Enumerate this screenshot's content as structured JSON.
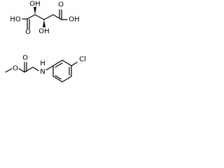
{
  "molecules": {
    "tartaric_acid": {
      "labels": {
        "oh_left_acid": "HO",
        "oh_top_left": "OH",
        "o_top_right": "O",
        "o_left_carbonyl": "O",
        "oh_bottom": "OH",
        "oh_right_acid": "OH"
      }
    },
    "amino_ester": {
      "labels": {
        "o_carbonyl": "O",
        "o_ester": "O",
        "nh": "H",
        "n": "N",
        "cl": "Cl"
      }
    }
  }
}
